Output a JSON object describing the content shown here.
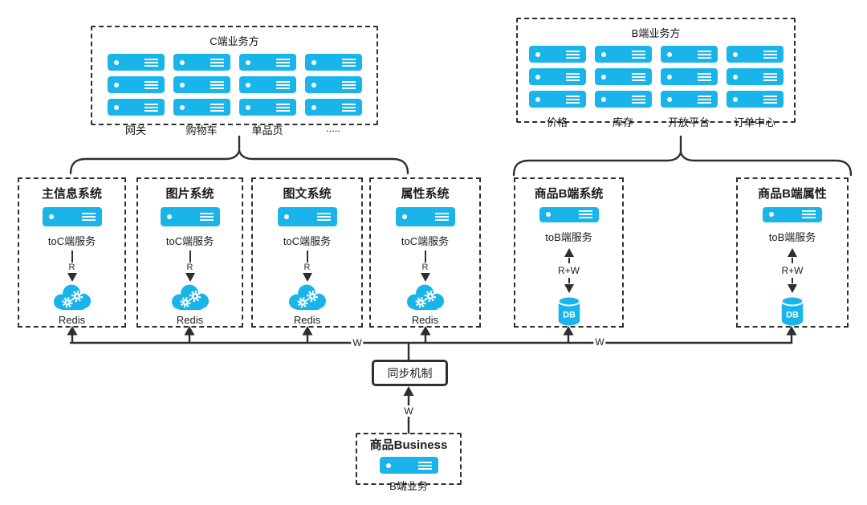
{
  "colors": {
    "accent": "#19b5ea",
    "line": "#2e2e2e",
    "background": "#ffffff"
  },
  "c_panel": {
    "title": "C端业务方",
    "labels": [
      "网关",
      "购物车",
      "单品页",
      "....."
    ]
  },
  "b_panel": {
    "title": "B端业务方",
    "labels": [
      "价格",
      "库存",
      "开放平台",
      "订单中心"
    ]
  },
  "systems": [
    {
      "title": "主信息系统",
      "service": "toC端服务",
      "link": "R",
      "store": "Redis"
    },
    {
      "title": "图片系统",
      "service": "toC端服务",
      "link": "R",
      "store": "Redis"
    },
    {
      "title": "图文系统",
      "service": "toC端服务",
      "link": "R",
      "store": "Redis"
    },
    {
      "title": "属性系统",
      "service": "toC端服务",
      "link": "R",
      "store": "Redis"
    },
    {
      "title": "商品B端系统",
      "service": "toB端服务",
      "link": "R+W",
      "store": "DB"
    },
    {
      "title": "商品B端属性",
      "service": "toB端服务",
      "link": "R+W",
      "store": "DB"
    }
  ],
  "sync": {
    "label": "同步机制"
  },
  "business": {
    "title": "商品Business",
    "label": "B端业务"
  },
  "edges": {
    "w_left": "W",
    "w_right": "W",
    "w_vertical": "W"
  }
}
